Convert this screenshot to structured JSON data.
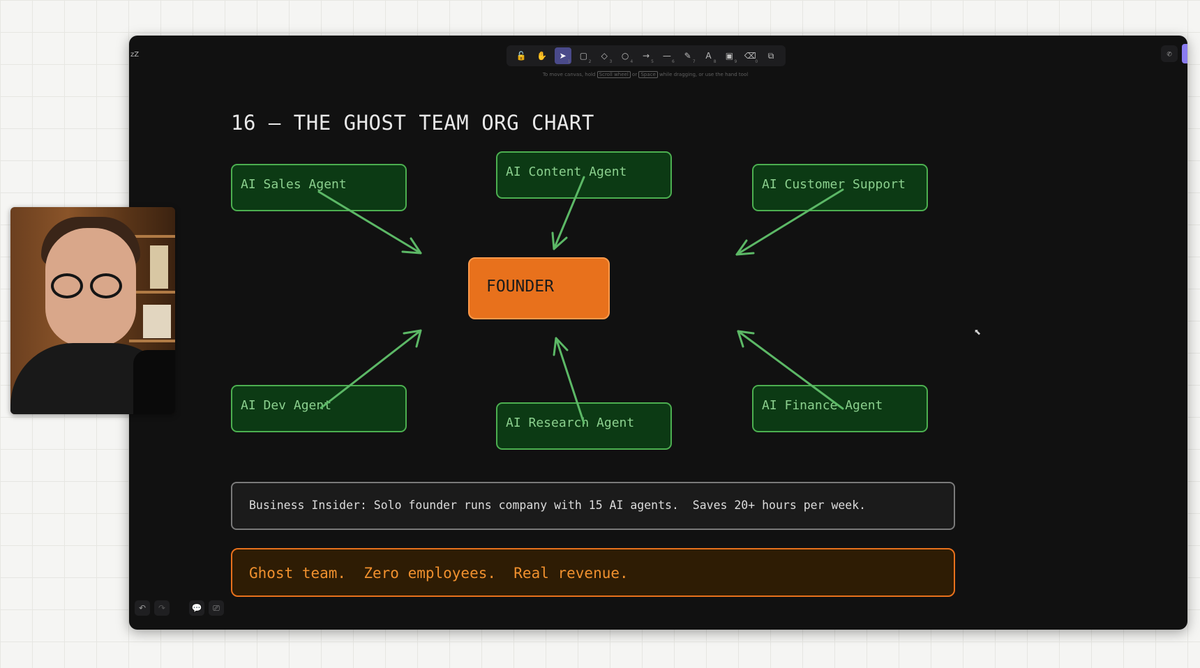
{
  "app": {
    "brand": "zZ",
    "hint_parts": [
      "To move canvas, hold",
      "Scroll wheel",
      "or",
      "Space",
      "while dragging, or use the hand tool"
    ]
  },
  "toolbar": [
    {
      "name": "lock-icon",
      "glyph": "🔓",
      "num": ""
    },
    {
      "name": "hand-icon",
      "glyph": "✋",
      "num": ""
    },
    {
      "name": "select-icon",
      "glyph": "➤",
      "num": "1",
      "active": true
    },
    {
      "name": "rectangle-icon",
      "glyph": "▢",
      "num": "2"
    },
    {
      "name": "diamond-icon",
      "glyph": "◇",
      "num": "3"
    },
    {
      "name": "ellipse-icon",
      "glyph": "○",
      "num": "4"
    },
    {
      "name": "arrow-icon",
      "glyph": "→",
      "num": "5"
    },
    {
      "name": "line-icon",
      "glyph": "—",
      "num": "6"
    },
    {
      "name": "pencil-icon",
      "glyph": "✎",
      "num": "7"
    },
    {
      "name": "text-icon",
      "glyph": "A",
      "num": "8"
    },
    {
      "name": "image-icon",
      "glyph": "▣",
      "num": "9"
    },
    {
      "name": "eraser-icon",
      "glyph": "⌫",
      "num": "0"
    },
    {
      "name": "shapes-icon",
      "glyph": "⧉",
      "num": ""
    }
  ],
  "canvas": {
    "title": "16 — THE GHOST TEAM ORG CHART",
    "founder": "FOUNDER",
    "agents": {
      "sales": "AI Sales Agent",
      "content": "AI Content Agent",
      "support": "AI Customer Support",
      "dev": "AI Dev Agent",
      "research": "AI Research Agent",
      "finance": "AI Finance Agent"
    },
    "quote": "Business Insider: Solo founder runs company with 15 AI agents.  Saves 20+ hours per week.",
    "tagline": "Ghost team.  Zero employees.  Real revenue."
  },
  "colors": {
    "agent_fill": "#0c3a14",
    "agent_stroke": "#4caf50",
    "founder_fill": "#e8711c",
    "arrow": "#5cb866",
    "tagline": "#f0902e"
  },
  "bottom_toolbar": [
    {
      "name": "undo-icon",
      "glyph": "↶"
    },
    {
      "name": "redo-icon",
      "glyph": "↷"
    },
    {
      "name": "comment-icon",
      "glyph": "💬"
    },
    {
      "name": "presentation-icon",
      "glyph": "⎚"
    }
  ]
}
